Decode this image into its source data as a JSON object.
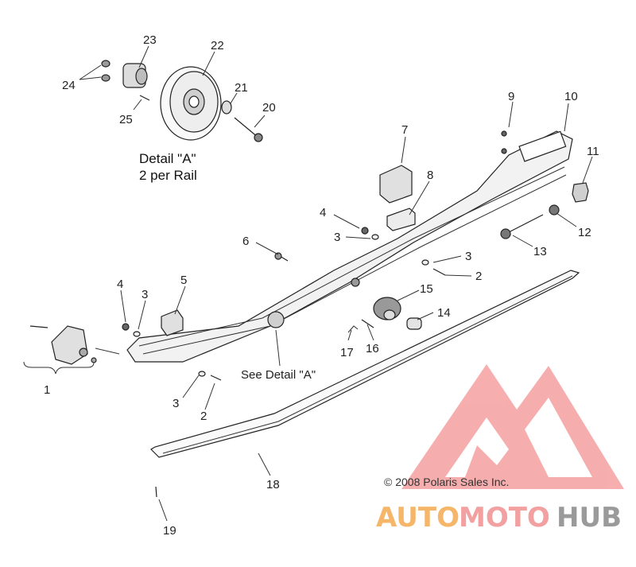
{
  "diagram": {
    "detail_caption_line1": "Detail \"A\"",
    "detail_caption_line2": "2 per Rail",
    "see_detail": "See Detail \"A\"",
    "copyright": "© 2008 Polaris Sales Inc.",
    "callouts": {
      "c1": "1",
      "c2a": "2",
      "c2b": "2",
      "c3a": "3",
      "c3b": "3",
      "c3c": "3",
      "c3d": "3",
      "c4a": "4",
      "c4b": "4",
      "c5": "5",
      "c6": "6",
      "c7": "7",
      "c8": "8",
      "c9": "9",
      "c10": "10",
      "c11": "11",
      "c12": "12",
      "c13": "13",
      "c14": "14",
      "c15": "15",
      "c16": "16",
      "c17": "17",
      "c18": "18",
      "c19": "19",
      "c20": "20",
      "c21": "21",
      "c22": "22",
      "c23": "23",
      "c24": "24",
      "c25": "25"
    }
  },
  "watermark": {
    "part1": "AUTO",
    "part2": "MOTO",
    "part3": "HUB",
    "colors": {
      "auto": "#f5b66a",
      "moto": "#f2a0a0",
      "hub": "#9a9a9a",
      "logo": "#f06b6b"
    }
  }
}
